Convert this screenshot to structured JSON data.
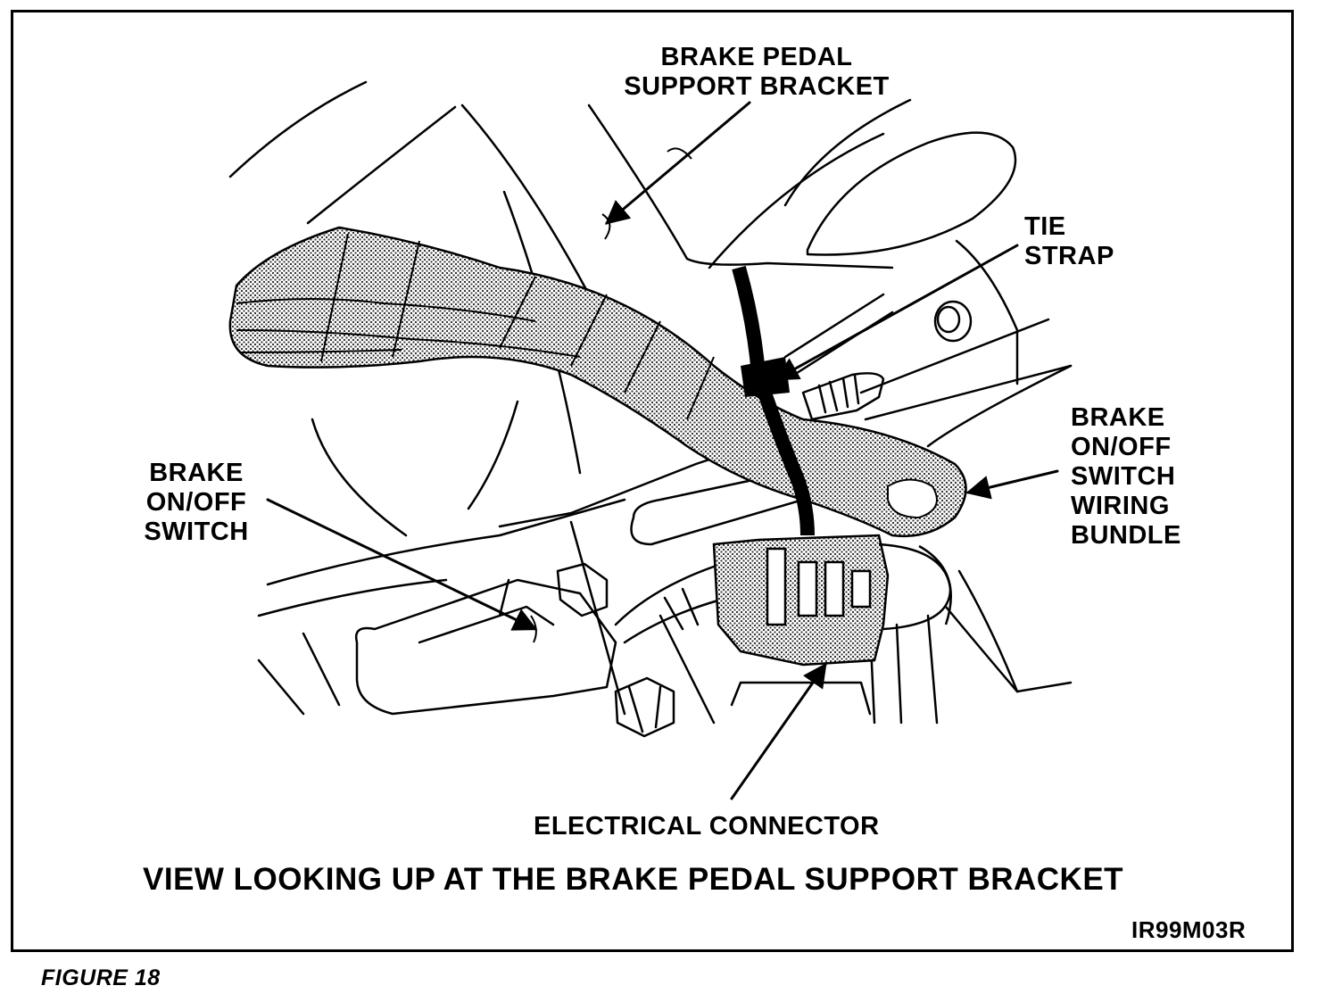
{
  "labels": {
    "support_bracket": [
      "BRAKE PEDAL",
      "SUPPORT BRACKET"
    ],
    "tie_strap": [
      "TIE",
      "STRAP"
    ],
    "switch_left": [
      "BRAKE",
      "ON/OFF",
      "SWITCH"
    ],
    "wiring_bundle": [
      "BRAKE",
      "ON/OFF",
      "SWITCH",
      "WIRING",
      "BUNDLE"
    ],
    "electrical_connector": "ELECTRICAL CONNECTOR"
  },
  "caption": "VIEW LOOKING UP AT THE BRAKE PEDAL SUPPORT BRACKET",
  "drawing_code": "IR99M03R",
  "figure_label": "FIGURE 18",
  "colors": {
    "ink": "#000000",
    "paper": "#ffffff",
    "hatch": "#555555"
  }
}
